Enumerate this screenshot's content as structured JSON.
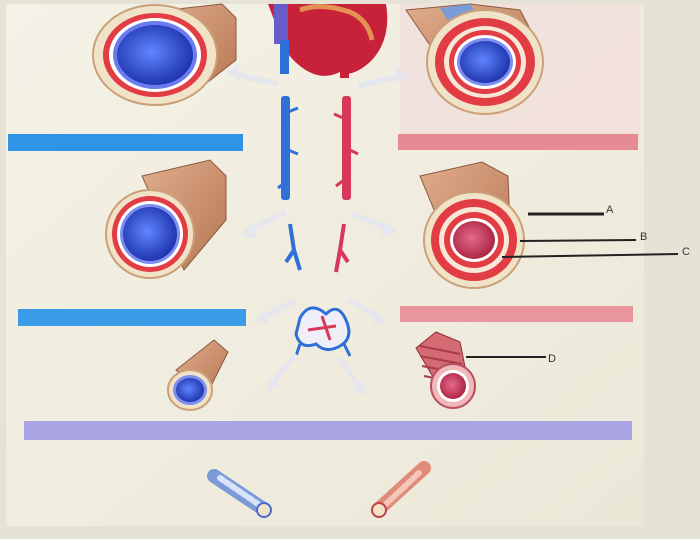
{
  "labels": {
    "a": "A",
    "b": "B",
    "c": "C",
    "d": "D"
  },
  "colors": {
    "vein_blue": "#2e8fe0",
    "artery_red": "#e57f8a",
    "capillary_lavender": "#a7a2e0",
    "heart_red": "#c8223a",
    "vessel_outer": "#c98f6d",
    "lumen_vein": "#2f4fd0",
    "lumen_artery": "#c03a5a"
  }
}
